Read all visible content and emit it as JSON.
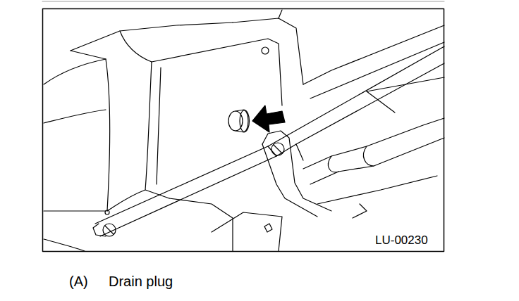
{
  "diagram": {
    "labels": [
      "LU-00230",
      "(A)",
      "Drain plug"
    ]
  }
}
